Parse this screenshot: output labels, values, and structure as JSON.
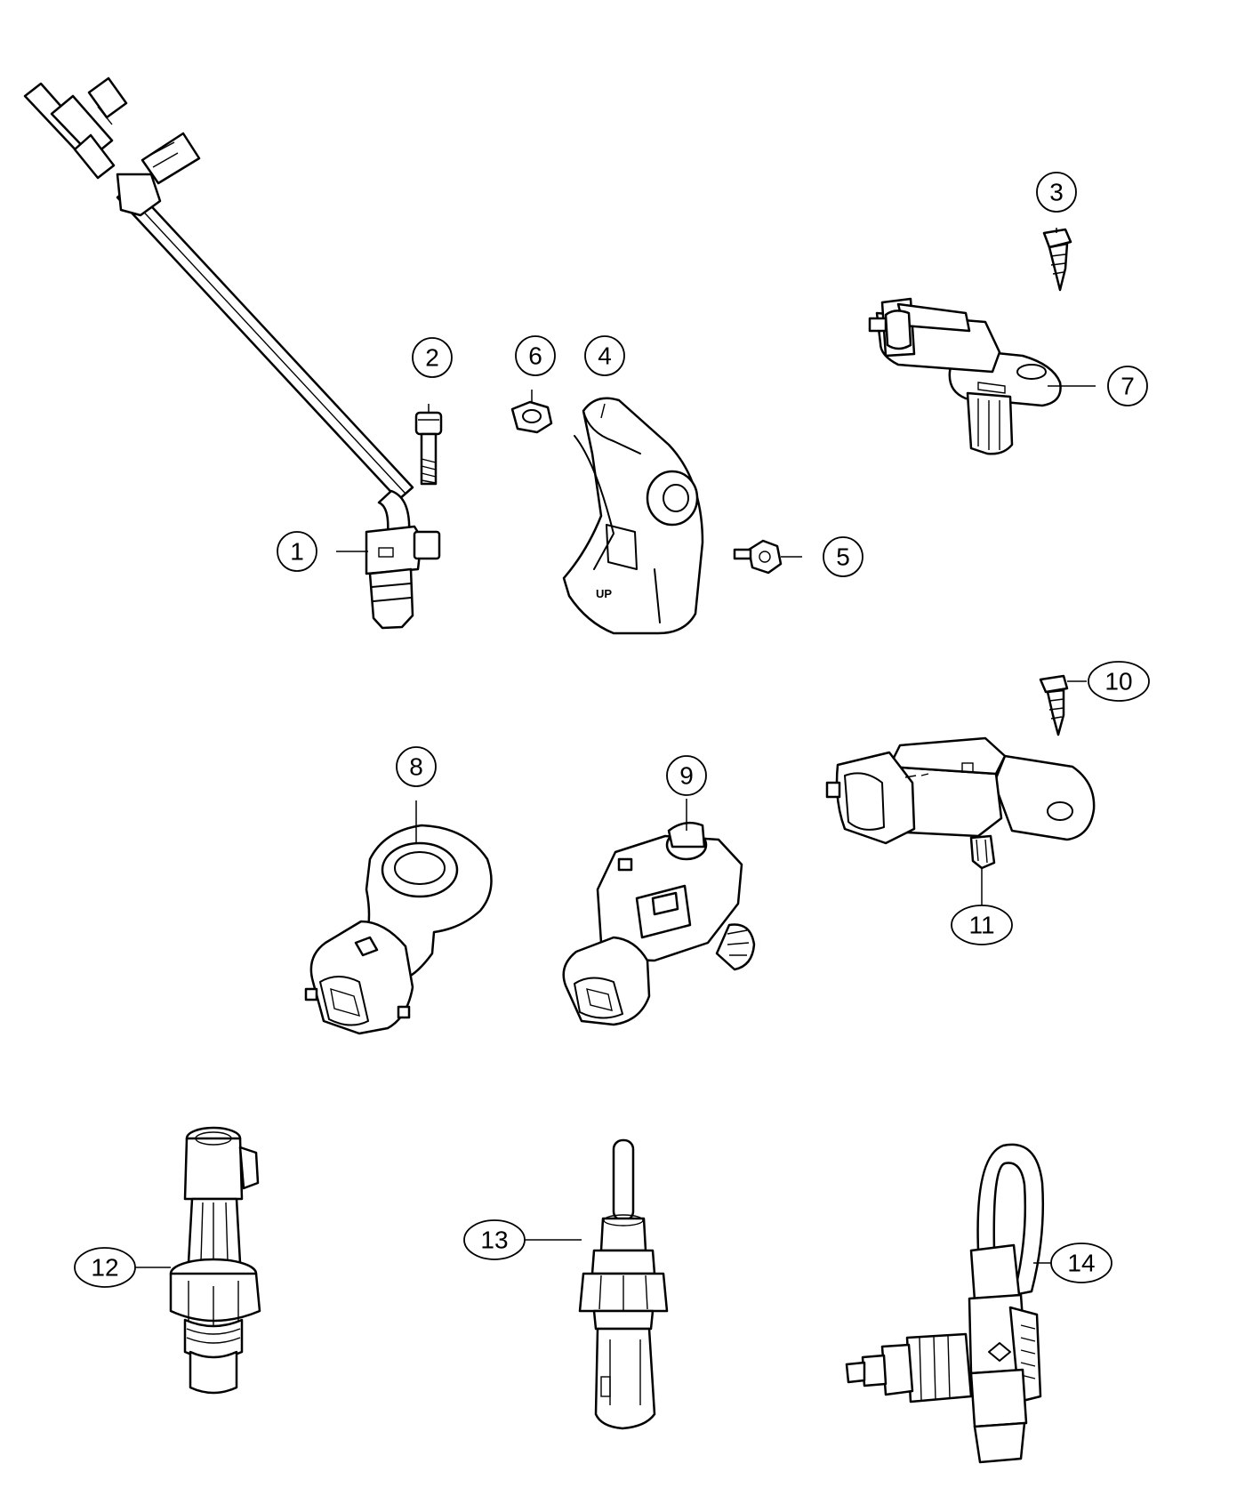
{
  "diagram": {
    "imprint": "UP",
    "callouts": [
      {
        "num": "1",
        "part": "crankshaft-position-sensor"
      },
      {
        "num": "2",
        "part": "bolt"
      },
      {
        "num": "3",
        "part": "screw"
      },
      {
        "num": "4",
        "part": "bracket"
      },
      {
        "num": "5",
        "part": "bolt"
      },
      {
        "num": "6",
        "part": "nut"
      },
      {
        "num": "7",
        "part": "camshaft-position-sensor"
      },
      {
        "num": "8",
        "part": "knock-sensor"
      },
      {
        "num": "9",
        "part": "map-sensor"
      },
      {
        "num": "10",
        "part": "screw"
      },
      {
        "num": "11",
        "part": "boost-pressure-sensor"
      },
      {
        "num": "12",
        "part": "oil-pressure-switch"
      },
      {
        "num": "13",
        "part": "coolant-temperature-sensor"
      },
      {
        "num": "14",
        "part": "fuel-pressure-sensor"
      }
    ]
  }
}
